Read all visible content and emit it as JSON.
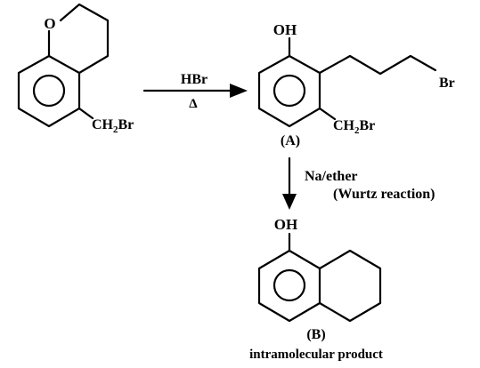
{
  "reactant": {
    "ring_oxygen": "O",
    "substituent": {
      "main": "CH",
      "sub": "2",
      "tail": "Br"
    }
  },
  "step1": {
    "reagent": "HBr",
    "condition": "Δ"
  },
  "intermediate": {
    "hydroxyl": "OH",
    "chain_end": "Br",
    "substituent": {
      "main": "CH",
      "sub": "2",
      "tail": "Br"
    },
    "label": "(A)"
  },
  "step2": {
    "reagent": "Na/ether",
    "name": "(Wurtz reaction)"
  },
  "product": {
    "hydroxyl": "OH",
    "label": "(B)",
    "caption": "intramolecular product"
  }
}
